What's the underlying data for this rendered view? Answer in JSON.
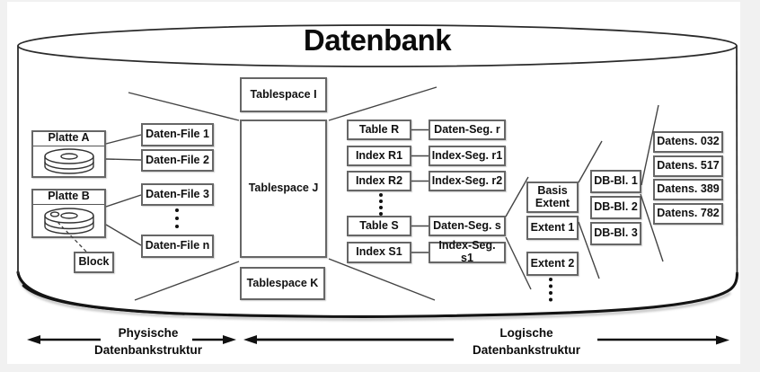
{
  "title": "Datenbank",
  "disks": {
    "a": "Platte A",
    "b": "Platte B",
    "block": "Block"
  },
  "files": [
    "Daten-File 1",
    "Daten-File 2",
    "Daten-File 3",
    "Daten-File n"
  ],
  "tablespaces": [
    "Tablespace I",
    "Tablespace J",
    "Tablespace K"
  ],
  "segments": {
    "rows": [
      {
        "object": "Table R",
        "segment": "Daten-Seg. r"
      },
      {
        "object": "Index R1",
        "segment": "Index-Seg. r1"
      },
      {
        "object": "Index R2",
        "segment": "Index-Seg. r2"
      },
      {
        "object": "Table S",
        "segment": "Daten-Seg. s"
      },
      {
        "object": "Index S1",
        "segment": "Index-Seg. s1"
      }
    ]
  },
  "extents": [
    "Basis Extent",
    "Extent 1",
    "Extent 2"
  ],
  "db_blocks": [
    "DB-Bl. 1",
    "DB-Bl. 2",
    "DB-Bl. 3"
  ],
  "records": [
    "Datens. 032",
    "Datens. 517",
    "Datens. 389",
    "Datens. 782"
  ],
  "legend": {
    "physical": {
      "line1": "Physische",
      "line2": "Datenbankstruktur"
    },
    "logical": {
      "line1": "Logische",
      "line2": "Datenbankstruktur"
    }
  },
  "colors": {
    "stroke": "#2b2b2b",
    "box_border": "#666666",
    "background": "#f1f1f1",
    "paper": "#ffffff",
    "text": "#111111"
  }
}
